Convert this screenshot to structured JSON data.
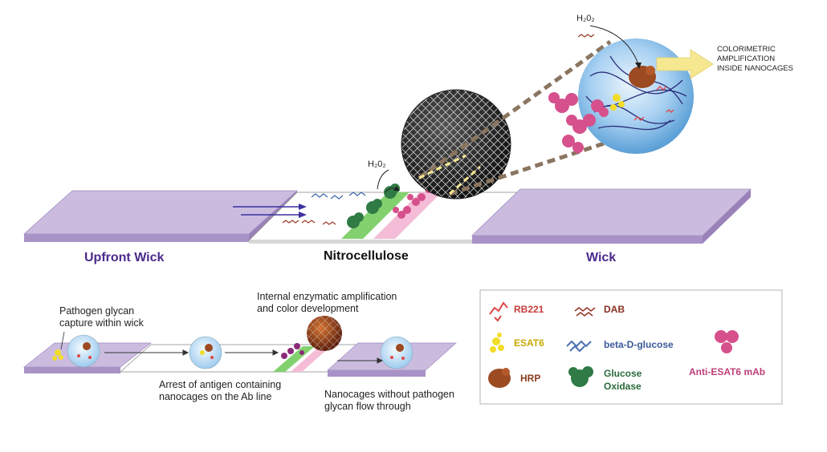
{
  "top": {
    "upfront_wick": "Upfront Wick",
    "nitrocellulose": "Nitrocellulose",
    "wick": "Wick",
    "h2o2_strip": "H₂0₂",
    "h2o2_top": "H₂0₂",
    "colorimetric_lines": [
      "COLORIMETRIC",
      "AMPLIFICATION",
      "INSIDE NANOCAGES"
    ]
  },
  "bottom": {
    "pathogen_lines": [
      "Pathogen glycan",
      "capture within wick"
    ],
    "internal_lines": [
      "Internal enzymatic amplification",
      "and color development"
    ],
    "arrest_lines": [
      "Arrest of antigen containing",
      "nanocages on the Ab line"
    ],
    "flow_lines": [
      "Nanocages without pathogen",
      "glycan flow through"
    ]
  },
  "legend": {
    "rb221": "RB221",
    "dab": "DAB",
    "esat6": "ESAT6",
    "beta_glucose": "beta-D-glucose",
    "hrp": "HRP",
    "glucose_oxidase_lines": [
      "Glucose",
      "Oxidase"
    ],
    "anti_esat6": "Anti-ESAT6 mAb"
  },
  "colors": {
    "wick_purple": "#c9b8dc",
    "label_purple": "#4b2a8c",
    "green_line": "#7fcf6a",
    "pink_line": "#f3b8d3",
    "arrow_yellow": "#f5e890",
    "nanocage_blue": "#8fc2ec",
    "hrp_brown": "#9c4a22",
    "esat6_yellow": "#f2dd2a",
    "rb221_red": "#e04848",
    "dab_brown": "#9a3a2a",
    "glucose_blue": "#4a6fb0",
    "gox_green": "#2f7a45",
    "mab_pink": "#d6508c"
  }
}
